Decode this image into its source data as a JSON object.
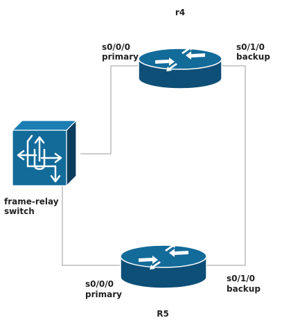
{
  "diagram": {
    "nodes": {
      "r4": {
        "name": "r4",
        "left_interface": "s0/0/0",
        "left_role": "primary",
        "right_interface": "s0/1/0",
        "right_role": "backup",
        "icon": "router-icon"
      },
      "r5": {
        "name": "R5",
        "left_interface": "s0/0/0",
        "left_role": "primary",
        "right_interface": "s0/1/0",
        "right_role": "backup",
        "icon": "router-icon"
      },
      "switch": {
        "name_line1": "frame-relay",
        "name_line2": "switch",
        "icon": "frame-relay-switch-icon"
      }
    },
    "links": [
      {
        "from": "switch",
        "to": "r4",
        "type": "primary"
      },
      {
        "from": "switch",
        "to": "r5",
        "type": "primary"
      },
      {
        "from": "r4",
        "to": "r5",
        "type": "backup"
      }
    ],
    "colors": {
      "device_blue": "#136b9a",
      "device_dark": "#0c4a6e",
      "link_gray": "#9a9a9a",
      "label_text": "#222222"
    }
  }
}
